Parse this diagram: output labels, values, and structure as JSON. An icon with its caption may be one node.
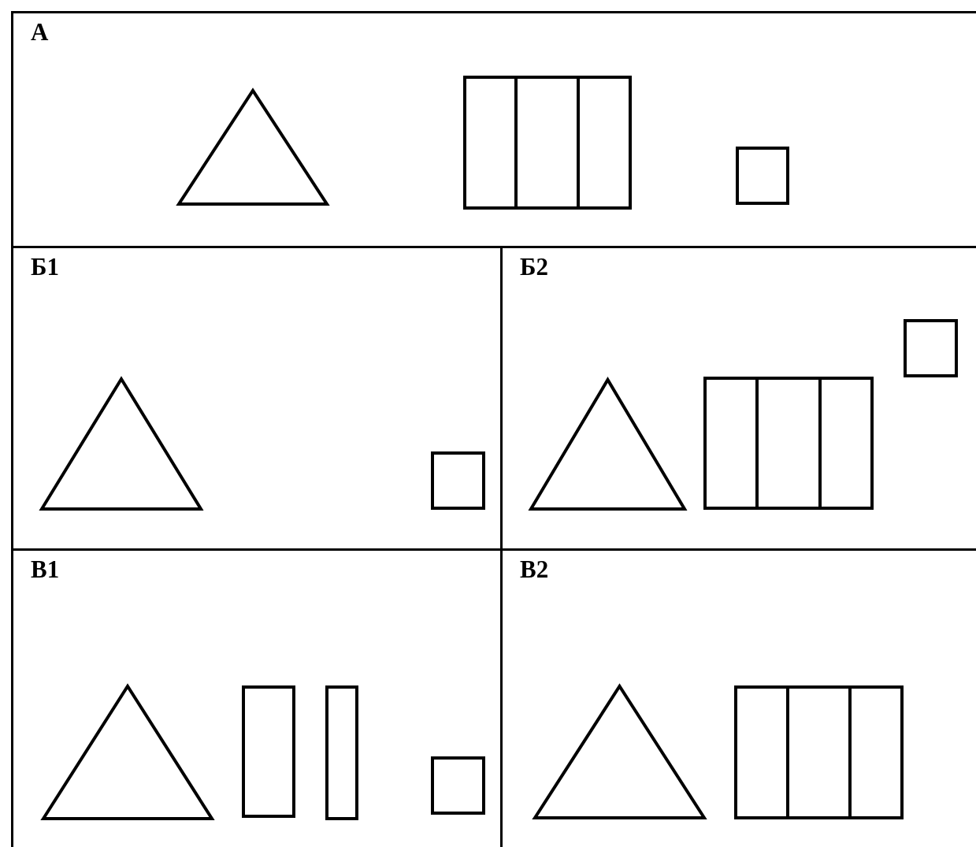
{
  "diagram": {
    "nodes": [
      {
        "text": [
          "А"
        ]
      },
      {
        "text": [],
        "shape": "triangle",
        "in": 0
      },
      {
        "text": [],
        "shape": "box",
        "in": 0
      },
      {
        "text": [],
        "shape": "box",
        "in": 0
      },
      {
        "text": [],
        "shape": "box",
        "in": 0
      },
      {
        "text": [],
        "shape": "box",
        "in": 0
      },
      {
        "text": [
          "Б1"
        ]
      },
      {
        "text": [],
        "shape": "triangle",
        "in": 6
      },
      {
        "text": [],
        "shape": "box",
        "in": 6
      },
      {
        "text": [
          "Б2"
        ]
      },
      {
        "text": [],
        "shape": "triangle",
        "in": 9
      },
      {
        "text": [],
        "shape": "box",
        "in": 9
      },
      {
        "text": [],
        "shape": "box",
        "in": 9
      },
      {
        "text": [],
        "shape": "box",
        "in": 9
      },
      {
        "text": [],
        "shape": "box",
        "in": 9
      },
      {
        "text": [
          "В1"
        ]
      },
      {
        "text": [],
        "shape": "triangle",
        "in": 15
      },
      {
        "text": [],
        "shape": "box",
        "in": 15
      },
      {
        "text": [],
        "shape": "box",
        "in": 15
      },
      {
        "text": [],
        "shape": "box",
        "in": 15
      },
      {
        "text": [
          "В2"
        ]
      },
      {
        "text": [],
        "shape": "triangle",
        "in": 20
      },
      {
        "text": [],
        "shape": "box",
        "in": 20
      },
      {
        "text": [],
        "shape": "box",
        "in": 20
      },
      {
        "text": [],
        "shape": "box",
        "in": 20
      }
    ]
  }
}
